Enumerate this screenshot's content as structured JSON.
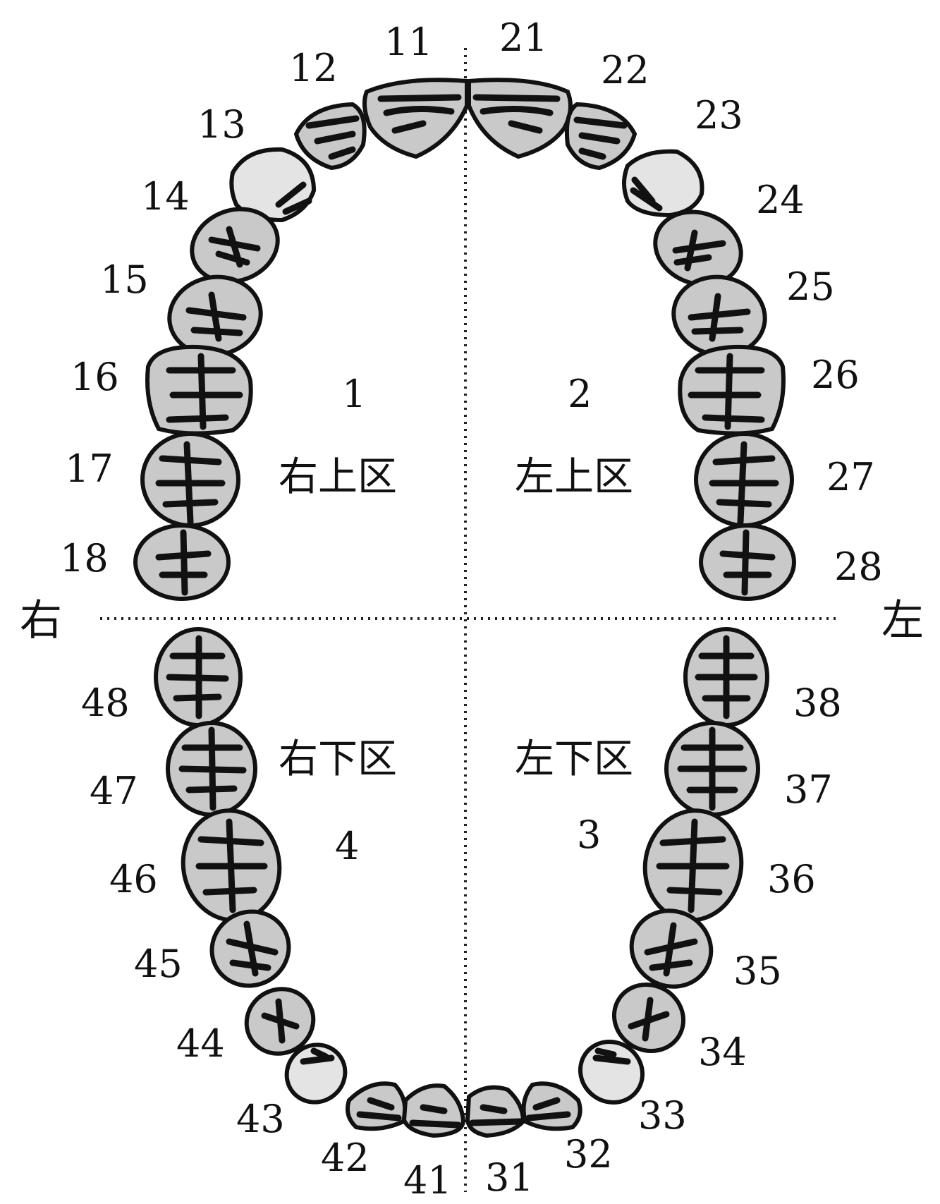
{
  "diagram": {
    "side_right": "右",
    "side_left": "左",
    "quadrants": [
      {
        "number": "1",
        "name": "右上区"
      },
      {
        "number": "2",
        "name": "左上区"
      },
      {
        "number": "3",
        "name": "左下区"
      },
      {
        "number": "4",
        "name": "右下区"
      }
    ],
    "teeth": [
      {
        "label": "11",
        "type": "incisor"
      },
      {
        "label": "12",
        "type": "incisor"
      },
      {
        "label": "13",
        "type": "canine"
      },
      {
        "label": "14",
        "type": "premolar"
      },
      {
        "label": "15",
        "type": "premolar"
      },
      {
        "label": "16",
        "type": "molar"
      },
      {
        "label": "17",
        "type": "molar"
      },
      {
        "label": "18",
        "type": "molar"
      },
      {
        "label": "21",
        "type": "incisor"
      },
      {
        "label": "22",
        "type": "incisor"
      },
      {
        "label": "23",
        "type": "canine"
      },
      {
        "label": "24",
        "type": "premolar"
      },
      {
        "label": "25",
        "type": "premolar"
      },
      {
        "label": "26",
        "type": "molar"
      },
      {
        "label": "27",
        "type": "molar"
      },
      {
        "label": "28",
        "type": "molar"
      },
      {
        "label": "31",
        "type": "incisor"
      },
      {
        "label": "32",
        "type": "incisor"
      },
      {
        "label": "33",
        "type": "canine"
      },
      {
        "label": "34",
        "type": "premolar"
      },
      {
        "label": "35",
        "type": "premolar"
      },
      {
        "label": "36",
        "type": "molar"
      },
      {
        "label": "37",
        "type": "molar"
      },
      {
        "label": "38",
        "type": "molar"
      },
      {
        "label": "41",
        "type": "incisor"
      },
      {
        "label": "42",
        "type": "incisor"
      },
      {
        "label": "43",
        "type": "canine"
      },
      {
        "label": "44",
        "type": "premolar"
      },
      {
        "label": "45",
        "type": "premolar"
      },
      {
        "label": "46",
        "type": "molar"
      },
      {
        "label": "47",
        "type": "molar"
      },
      {
        "label": "48",
        "type": "molar"
      }
    ]
  }
}
